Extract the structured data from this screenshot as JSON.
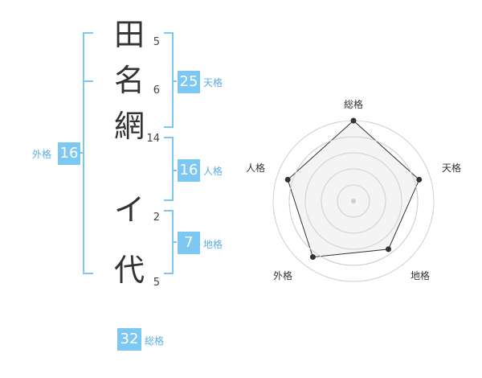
{
  "name": {
    "characters": [
      {
        "char": "田",
        "strokes": "5"
      },
      {
        "char": "名",
        "strokes": "6"
      },
      {
        "char": "網",
        "strokes": "14"
      },
      {
        "char": "イ",
        "strokes": "2"
      },
      {
        "char": "代",
        "strokes": "5"
      }
    ]
  },
  "fortune": {
    "tenkaku": {
      "value": "25",
      "label": "天格"
    },
    "jinkaku": {
      "value": "16",
      "label": "人格"
    },
    "chikaku": {
      "value": "7",
      "label": "地格"
    },
    "gaikaku": {
      "value": "16",
      "label": "外格"
    },
    "soukaku": {
      "value": "32",
      "label": "総格"
    }
  },
  "radar": {
    "labels": {
      "top": "総格",
      "right": "天格",
      "bottom_right": "地格",
      "bottom_left": "外格",
      "left": "人格"
    },
    "levels": 5,
    "scores": [
      1.0,
      0.86,
      0.74,
      0.86,
      0.86
    ],
    "colors": {
      "ring": "#d0d0d0",
      "fill": "#f2f2f2",
      "line": "#333333",
      "point": "#333333",
      "center": "#cccccc"
    }
  },
  "colors": {
    "accent": "#7cc8f2",
    "bracket": "#7cc8f2"
  }
}
